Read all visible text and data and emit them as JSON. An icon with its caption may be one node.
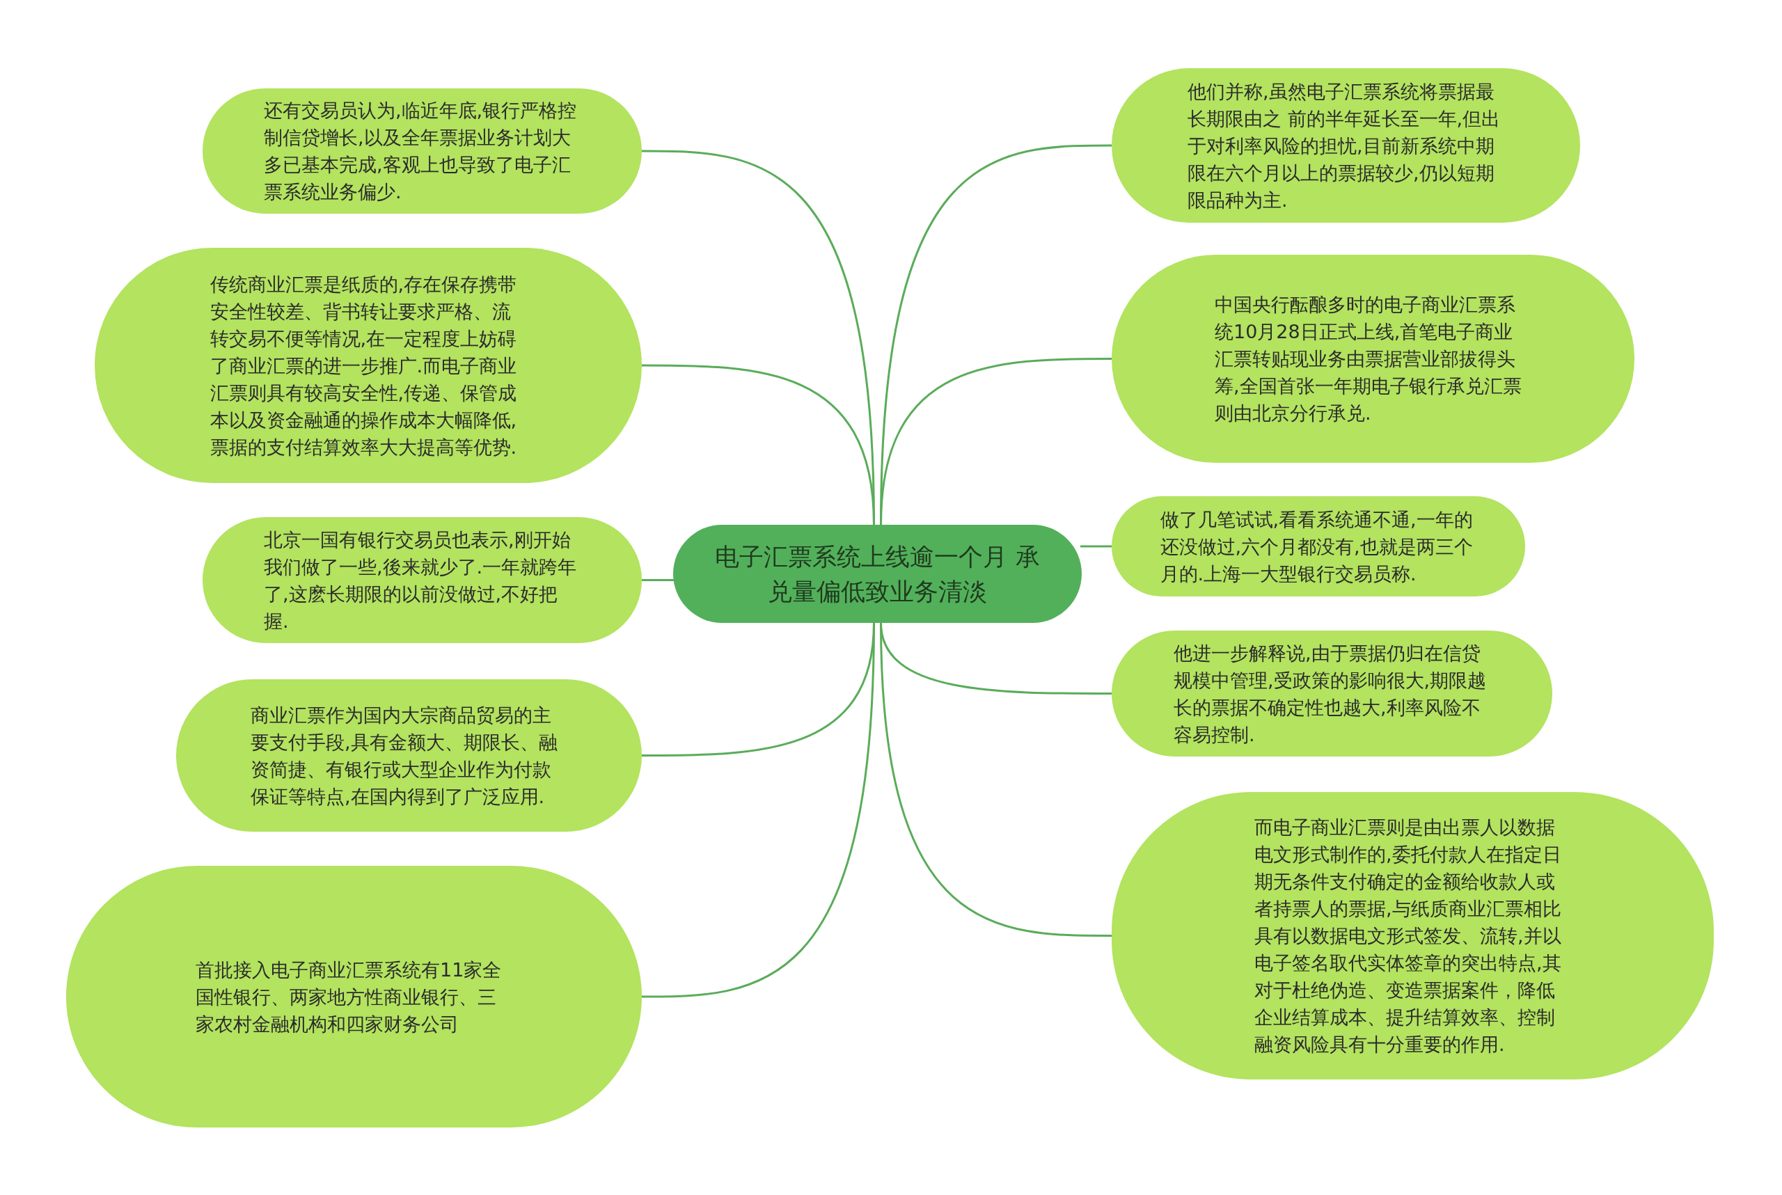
{
  "diagram": {
    "nodes": [
      {
        "text": [
          "电子汇票系统上线逾一个月 承兑量偏低致业务清淡"
        ]
      },
      {
        "text": [
          "还有交易员认为,临近年底,银行严格控制信贷增长,以及全年票据业务计划大多已基本完成,客观上也导致了电子汇票系统业务偏少."
        ]
      },
      {
        "text": [
          "传统商业汇票是纸质的,存在保存携带安全性较差、背书转让要求严格、流转交易不便等情况,在一定程度上妨碍了商业汇票的进一步推广.而电子商业汇票则具有较高安全性,传递、保管成本以及资金融通的操作成本大幅降低,票据的支付结算效率大大提高等优势."
        ]
      },
      {
        "text": [
          "北京一国有银行交易员也表示,刚开始我们做了一些,後来就少了.一年就跨年了,这麽长期限的以前没做过,不好把握."
        ]
      },
      {
        "text": [
          "商业汇票作为国内大宗商品贸易的主要支付手段,具有金额大、期限长、融资简捷、有银行或大型企业作为付款保证等特点,在国内得到了广泛应用."
        ]
      },
      {
        "text": [
          "首批接入电子商业汇票系统有11家全国性银行、两家地方性商业银行、三家农村金融机构和四家财务公司"
        ]
      },
      {
        "text": [
          "他们并称,虽然电子汇票系统将票据最长期限由之 前的半年延长至一年,但出于对利率风险的担忧,目前新系统中期限在六个月以上的票据较少,仍以短期限品种为主."
        ]
      },
      {
        "text": [
          "中国央行酝酿多时的电子商业汇票系统10月28日正式上线,首笔电子商业汇票转贴现业务由票据营业部拔得头筹,全国首张一年期电子银行承兑汇票则由北京分行承兑."
        ]
      },
      {
        "text": [
          "做了几笔试试,看看系统通不通,一年的还没做过,六个月都没有,也就是两三个月的.上海一大型银行交易员称."
        ]
      },
      {
        "text": [
          "他进一步解释说,由于票据仍归在信贷规模中管理,受政策的影响很大,期限越长的票据不确定性也越大,利率风险不容易控制."
        ]
      },
      {
        "text": [
          "而电子商业汇票则是由出票人以数据电文形式制作的,委托付款人在指定日期无条件支付确定的金额给收款人或者持票人的票据,与纸质商业汇票相比具有以数据电文形式签发、流转,并以电子签名取代实体签章的突出特点,其对于杜绝伪造、变造票据案件，降低企业结算成本、提升结算效率、控制融资风险具有十分重要的作用."
        ]
      }
    ],
    "edges": [
      {
        "from": 0,
        "to": 1,
        "arrow": "none"
      },
      {
        "from": 0,
        "to": 2,
        "arrow": "none"
      },
      {
        "from": 0,
        "to": 3,
        "arrow": "none"
      },
      {
        "from": 0,
        "to": 4,
        "arrow": "none"
      },
      {
        "from": 0,
        "to": 5,
        "arrow": "none"
      },
      {
        "from": 0,
        "to": 6,
        "arrow": "none"
      },
      {
        "from": 0,
        "to": 7,
        "arrow": "none"
      },
      {
        "from": 0,
        "to": 8,
        "arrow": "none"
      },
      {
        "from": 0,
        "to": 9,
        "arrow": "none"
      },
      {
        "from": 0,
        "to": 10,
        "arrow": "none"
      }
    ]
  }
}
